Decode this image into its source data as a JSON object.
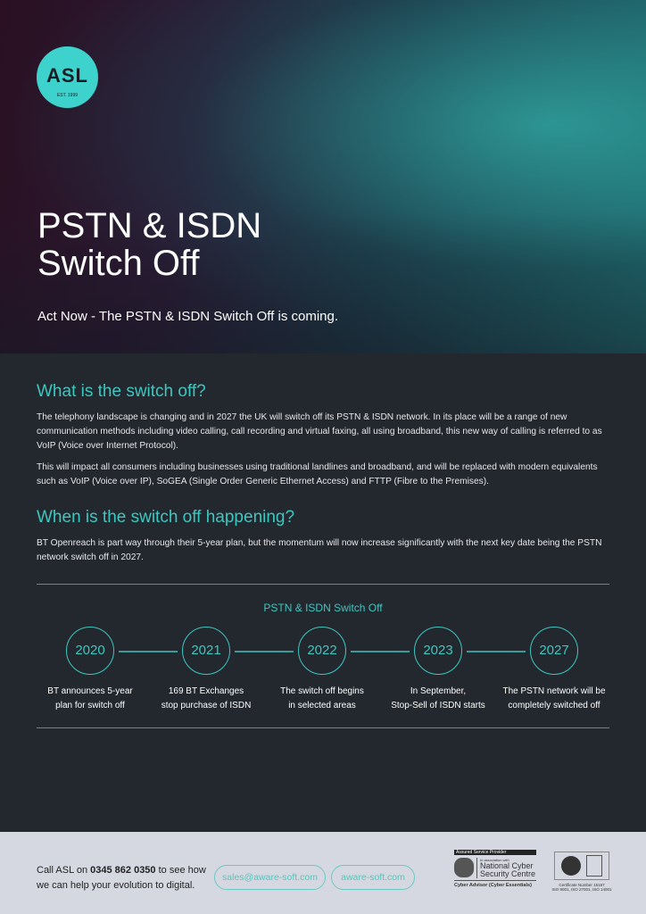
{
  "logo": {
    "text": "ASL",
    "est": "EST. 1999"
  },
  "hero": {
    "title_line1": "PSTN & ISDN",
    "title_line2": "Switch Off",
    "subtitle": "Act Now - The PSTN & ISDN Switch Off is coming."
  },
  "section1": {
    "heading": "What is the switch off?",
    "p1": "The telephony landscape is changing and in 2027 the UK will switch off its PSTN & ISDN network. In its place will be a range of new communication methods including video calling, call recording and virtual faxing, all using broadband, this new way of calling is referred to as VoIP (Voice over Internet Protocol).",
    "p2": "This will impact all consumers including businesses using traditional landlines and broadband, and will be replaced with modern equivalents such as VoIP (Voice over IP), SoGEA (Single Order Generic Ethernet Access) and FTTP (Fibre to the Premises)."
  },
  "section2": {
    "heading": "When is the switch off happening?",
    "p1": "BT Openreach is part way through their 5-year plan, but the momentum will now increase significantly with the next key date being the PSTN network switch off in 2027."
  },
  "timeline": {
    "title": "PSTN & ISDN Switch Off",
    "items": [
      {
        "year": "2020",
        "l1": "BT announces 5-year",
        "l2": "plan for switch off"
      },
      {
        "year": "2021",
        "l1": "169 BT Exchanges",
        "l2": "stop purchase of ISDN"
      },
      {
        "year": "2022",
        "l1": "The switch off begins",
        "l2": "in selected areas"
      },
      {
        "year": "2023",
        "l1": "In September,",
        "l2": "Stop-Sell of ISDN starts"
      },
      {
        "year": "2027",
        "l1": "The PSTN network will be",
        "l2": "completely switched off"
      }
    ]
  },
  "footer": {
    "call_pre": "Call ASL on ",
    "phone": "0345 862 0350",
    "call_post": " to see how",
    "line2": "we can help your evolution to digital.",
    "email": "sales@aware-soft.com",
    "website": "aware-soft.com",
    "ncsc": {
      "top": "Assured Service Provider",
      "assoc": "In association with",
      "name1": "National Cyber",
      "name2": "Security Centre",
      "bottom": "Cyber Advisor (Cyber Essentials)"
    },
    "iso": {
      "cert": "Certificate Number 15167",
      "standards": "ISO 9001, ISO 27001, ISO 14001"
    }
  }
}
